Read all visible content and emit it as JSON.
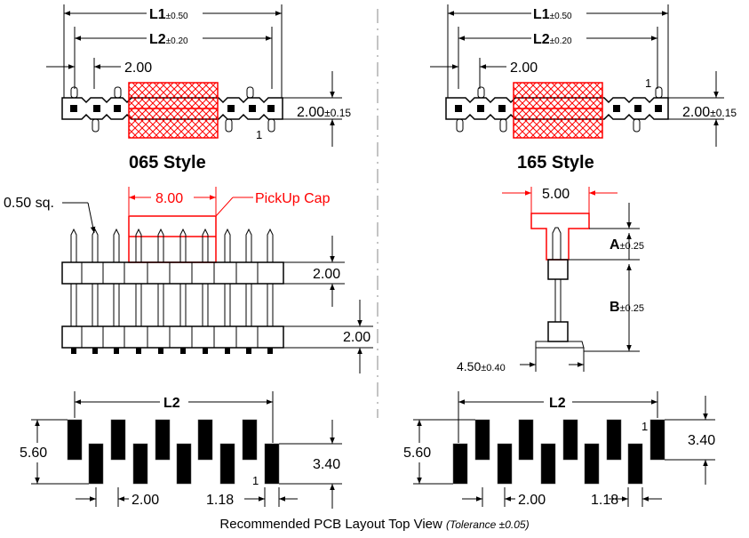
{
  "top": {
    "left": {
      "L1": "L1",
      "L1_tol": "±0.50",
      "L2": "L2",
      "L2_tol": "±0.20",
      "pitch": "2.00",
      "height": "2.00",
      "height_tol": "±0.15",
      "pin_one": "1",
      "style_label": "065 Style"
    },
    "right": {
      "L1": "L1",
      "L1_tol": "±0.50",
      "L2": "L2",
      "L2_tol": "±0.20",
      "pitch": "2.00",
      "height": "2.00",
      "height_tol": "±0.15",
      "pin_one": "1",
      "style_label": "165 Style"
    }
  },
  "middle": {
    "left": {
      "pin_size": "0.50 sq.",
      "cap_width": "8.00",
      "cap_label": "PickUp Cap",
      "dim_upper": "2.00",
      "dim_lower": "2.00"
    },
    "right": {
      "cap_width": "5.00",
      "A": "A",
      "A_tol": "±0.25",
      "B": "B",
      "B_tol": "±0.25",
      "foot": "4.50",
      "foot_tol": "±0.40"
    }
  },
  "bottom": {
    "left": {
      "L2": "L2",
      "row_span": "5.60",
      "pad_height": "3.40",
      "pitch": "2.00",
      "pad_width": "1.18",
      "pin_one": "1"
    },
    "right": {
      "L2": "L2",
      "row_span": "5.60",
      "pad_height": "3.40",
      "pitch": "2.00",
      "pad_width": "1.18",
      "pin_one": "1"
    }
  },
  "caption": {
    "main": "Recommended PCB Layout Top View",
    "tolerance": "(Tolerance ±0.05)"
  },
  "colors": {
    "line": "#000000",
    "highlight": "#ff0000"
  }
}
